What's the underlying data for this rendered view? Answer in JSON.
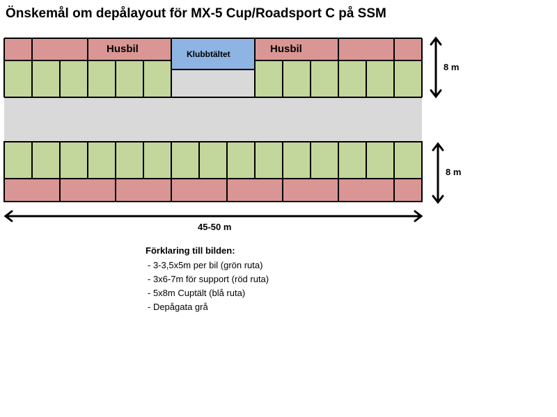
{
  "title": "Önskemål om depålayout för MX-5 Cup/Roadsport C på SSM",
  "labels": {
    "husbil_left": "Husbil",
    "husbil_right": "Husbil",
    "klubbtaltet": "Klubbtältet",
    "dim_top": "8 m",
    "dim_bottom": "8 m",
    "dim_width": "45-50 m"
  },
  "legend": {
    "title": "Förklaring till bilden:",
    "items": [
      "- 3-3,5x5m per bil (grön ruta)",
      "- 3x6-7m för support (röd ruta)",
      "- 5x8m Cuptält (blå ruta)",
      "- Depågata grå"
    ]
  },
  "colors": {
    "green": "#c3d69b",
    "red": "#d99694",
    "blue": "#8eb4e3",
    "gray": "#d9d9d9"
  }
}
